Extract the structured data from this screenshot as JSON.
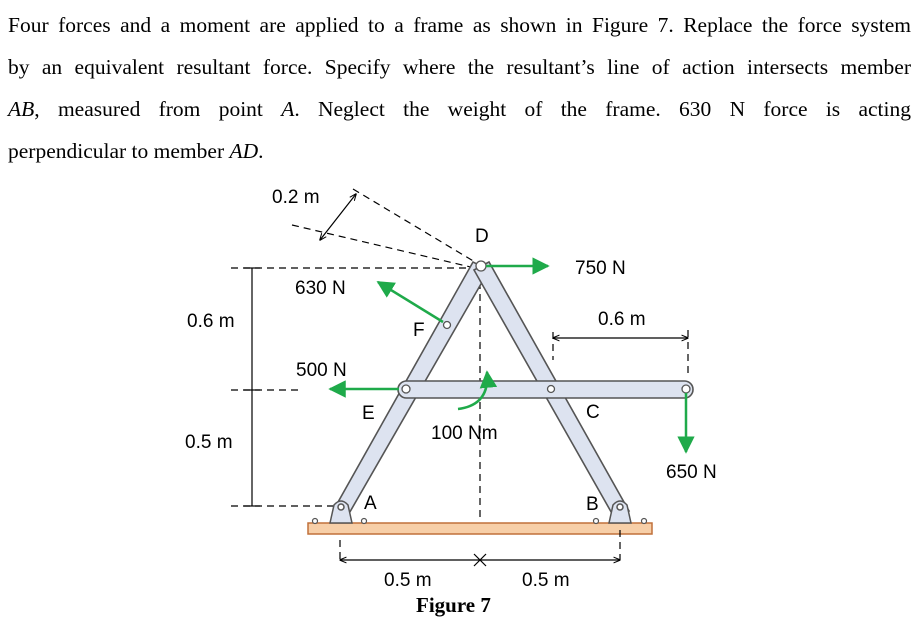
{
  "problem": {
    "line1": "Four forces and a moment are applied to a frame as shown in Figure 7. Replace the force system",
    "line2": "by an equivalent resultant force. Specify where the resultant’s line of action intersects member",
    "line3_a": "AB",
    "line3_b": ", measured from point ",
    "line3_c": "A",
    "line3_d": ". Neglect the weight of the frame. 630 N force is acting",
    "line4_a": "perpendicular to member ",
    "line4_b": "AD",
    "line4_c": "."
  },
  "figure": {
    "caption": "Figure 7",
    "dims": {
      "d_02": "0.2 m",
      "d_06_left": "0.6 m",
      "d_05_left": "0.5 m",
      "d_06_right": "0.6 m",
      "d_05_bottom_left": "0.5 m",
      "d_05_bottom_right": "0.5 m"
    },
    "forces": {
      "f630": "630 N",
      "f500": "500 N",
      "f750": "750 N",
      "f650": "650 N",
      "moment": "100 Nm"
    },
    "points": {
      "A": "A",
      "B": "B",
      "C": "C",
      "D": "D",
      "E": "E",
      "F": "F"
    },
    "colors": {
      "member_fill": "#dde3f0",
      "member_stroke": "#555555",
      "arrow_green": "#1faa4a",
      "ground_fill": "#f7cfa8",
      "ground_stroke": "#c0703a"
    }
  }
}
